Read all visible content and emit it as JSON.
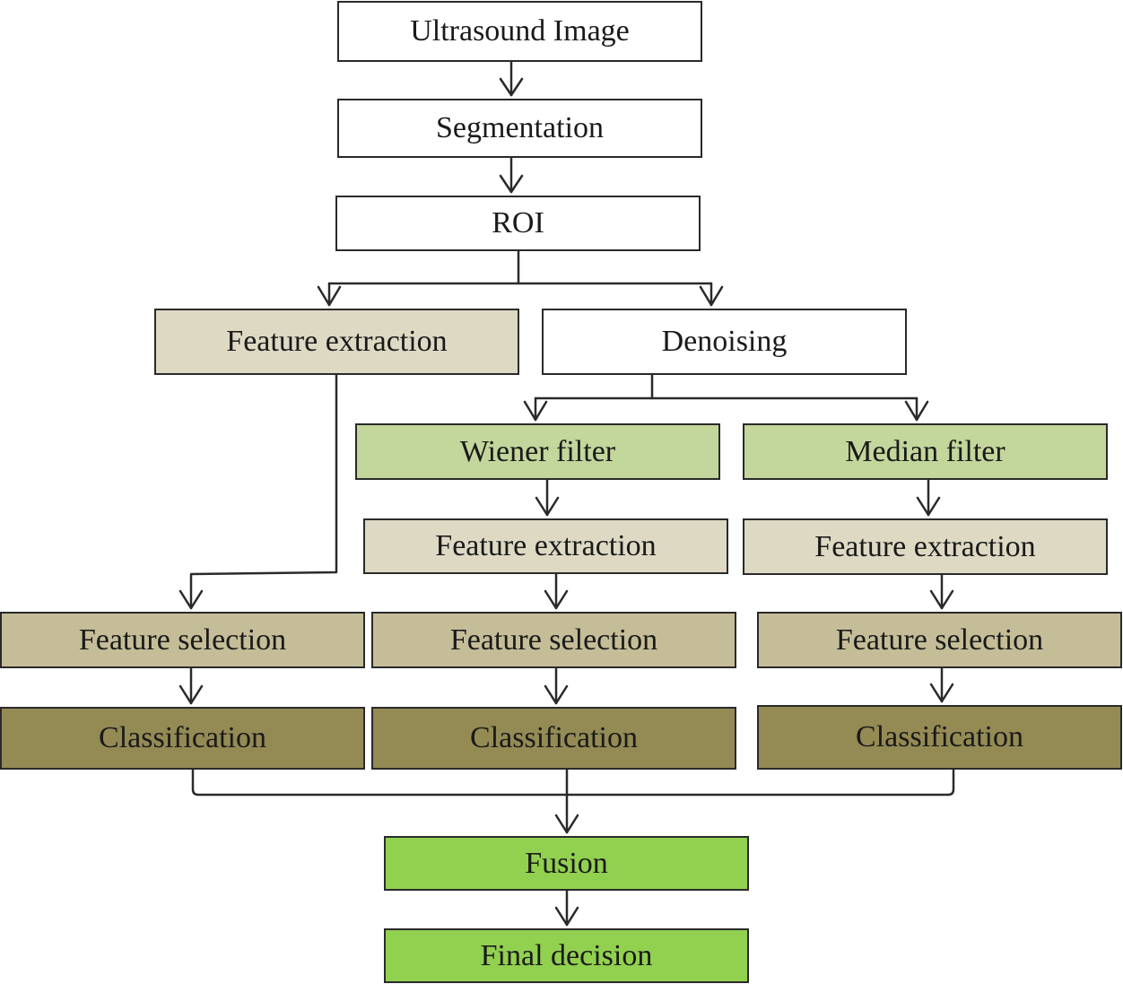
{
  "colors": {
    "white": "#ffffff",
    "feature_extraction": "#ddd9c3",
    "feature_selection": "#c4bd97",
    "classification": "#948a54",
    "filter": "#c3d69b",
    "fusion": "#92d050",
    "line": "#2a2a2a"
  },
  "nodes": {
    "ultrasound_image": "Ultrasound Image",
    "segmentation": "Segmentation",
    "roi": "ROI",
    "feature_extraction_direct": "Feature extraction",
    "denoising": "Denoising",
    "wiener_filter": "Wiener filter",
    "median_filter": "Median filter",
    "feature_extraction_wiener": "Feature extraction",
    "feature_extraction_median": "Feature extraction",
    "feature_selection_direct": "Feature selection",
    "feature_selection_wiener": "Feature selection",
    "feature_selection_median": "Feature selection",
    "classification_direct": "Classification",
    "classification_wiener": "Classification",
    "classification_median": "Classification",
    "fusion": "Fusion",
    "final_decision": "Final decision"
  },
  "edges": [
    [
      "ultrasound_image",
      "segmentation"
    ],
    [
      "segmentation",
      "roi"
    ],
    [
      "roi",
      "feature_extraction_direct"
    ],
    [
      "roi",
      "denoising"
    ],
    [
      "denoising",
      "wiener_filter"
    ],
    [
      "denoising",
      "median_filter"
    ],
    [
      "wiener_filter",
      "feature_extraction_wiener"
    ],
    [
      "median_filter",
      "feature_extraction_median"
    ],
    [
      "feature_extraction_direct",
      "feature_selection_direct"
    ],
    [
      "feature_extraction_wiener",
      "feature_selection_wiener"
    ],
    [
      "feature_extraction_median",
      "feature_selection_median"
    ],
    [
      "feature_selection_direct",
      "classification_direct"
    ],
    [
      "feature_selection_wiener",
      "classification_wiener"
    ],
    [
      "feature_selection_median",
      "classification_median"
    ],
    [
      "classification_direct",
      "fusion"
    ],
    [
      "classification_wiener",
      "fusion"
    ],
    [
      "classification_median",
      "fusion"
    ],
    [
      "fusion",
      "final_decision"
    ]
  ]
}
